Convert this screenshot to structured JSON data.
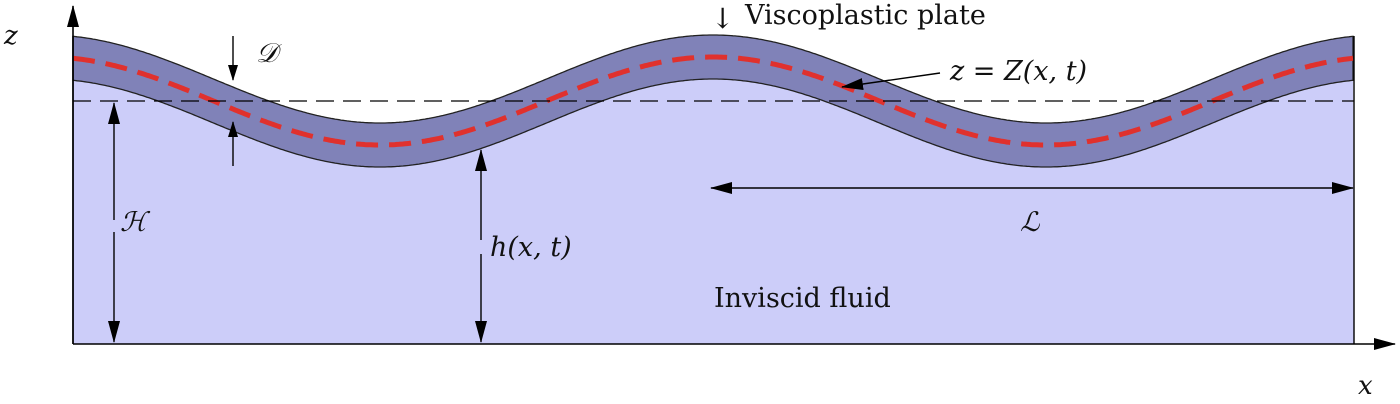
{
  "labels": {
    "z_axis": "z",
    "x_axis": "x",
    "plate_thickness": "𝒟",
    "mean_depth": "ℋ",
    "wavelength": "ℒ",
    "local_depth": "h(x, t)",
    "midline": "z = Z(x, t)",
    "plate": "Viscoplastic plate",
    "plate_arrow": "↓",
    "fluid": "Inviscid fluid"
  },
  "colors": {
    "fluid": "#cccdf9",
    "plate": "#8082b8",
    "midline": "#e0312d",
    "ink": "#000000"
  }
}
